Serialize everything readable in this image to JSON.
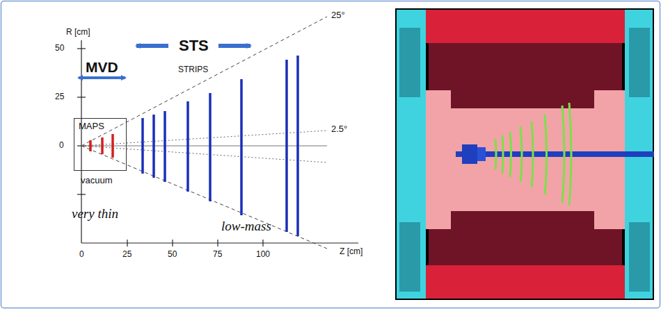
{
  "diagram": {
    "nodes": [
      {
        "text": [
          "MAPS"
        ]
      }
    ],
    "labels": [
      "R [cm]",
      "50",
      "25",
      "0",
      "MVD",
      "STS",
      "STRIPS",
      "25°",
      "2.5°",
      "vacuum",
      "very thin",
      "low-mass",
      "0",
      "25",
      "50",
      "75",
      "100",
      "Z [cm]"
    ]
  }
}
